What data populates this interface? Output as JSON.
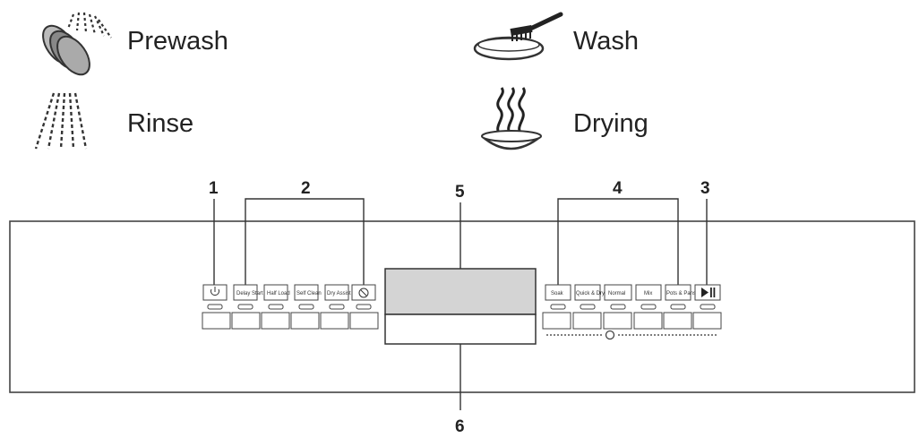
{
  "legend": {
    "prewash": {
      "label": "Prewash",
      "icon": "prewash-spray-icon"
    },
    "wash": {
      "label": "Wash",
      "icon": "wash-brush-icon"
    },
    "rinse": {
      "label": "Rinse",
      "icon": "rinse-spray-icon"
    },
    "drying": {
      "label": "Drying",
      "icon": "drying-steam-icon"
    }
  },
  "callouts": {
    "n1": "1",
    "n2": "2",
    "n3": "3",
    "n4": "4",
    "n5": "5",
    "n6": "6"
  },
  "panel": {
    "left_buttons": [
      {
        "label": "",
        "icon": "power-icon"
      },
      {
        "label": "Delay Start"
      },
      {
        "label": "Half Load"
      },
      {
        "label": "Self Clean"
      },
      {
        "label": "Dry Assist"
      },
      {
        "label": "",
        "icon": "lock-icon"
      }
    ],
    "right_buttons": [
      {
        "label": "Soak"
      },
      {
        "label": "Quick & Dry"
      },
      {
        "label": "Normal"
      },
      {
        "label": "Mix"
      },
      {
        "label": "Pots & Pans"
      },
      {
        "label": "",
        "icon": "start-pause-icon"
      }
    ],
    "accent": "#d0d0d0",
    "display_color": "#d4d4d4"
  }
}
